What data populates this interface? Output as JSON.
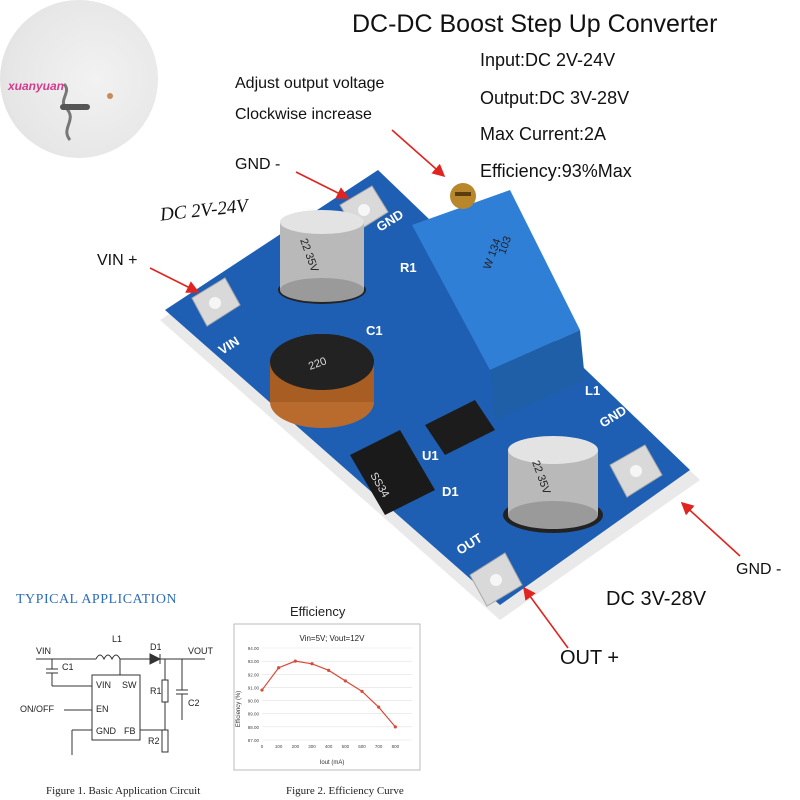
{
  "logo": {
    "text": "xuanyuan"
  },
  "title": "DC-DC Boost Step Up Converter",
  "specs": {
    "input": "Input:DC 2V-24V",
    "output": "Output:DC 3V-28V",
    "max_current": "Max Current:2A",
    "efficiency": "Efficiency:93%Max"
  },
  "annotations": {
    "adjust_line1": "Adjust output voltage",
    "adjust_line2": "Clockwise increase",
    "gnd_in": "GND -",
    "vin": "VIN +",
    "dc_in": "DC 2V-24V",
    "gnd_out": "GND -",
    "dc_out": "DC 3V-28V",
    "out": "OUT +"
  },
  "board_silkscreen": {
    "vin": "VIN",
    "gnd_top": "GND",
    "gnd_right": "GND",
    "out": "OUT",
    "c1": "C1",
    "d1": "D1",
    "u1": "U1",
    "l1": "L1",
    "r1": "R1",
    "cap_label": "22 35V",
    "inductor": "220",
    "diode": "SS34",
    "pot_code": "103",
    "pot_sub": "W 134"
  },
  "typical_application": {
    "title": "TYPICAL APPLICATION",
    "labels": {
      "vin": "VIN",
      "l1": "L1",
      "d1": "D1",
      "vout": "VOUT",
      "c1": "C1",
      "c2": "C2",
      "r1": "R1",
      "r2": "R2",
      "on_off": "ON/OFF",
      "pin_vin": "VIN",
      "pin_sw": "SW",
      "pin_en": "EN",
      "pin_gnd": "GND",
      "pin_fb": "FB"
    },
    "caption": "Figure 1. Basic Application Circuit"
  },
  "efficiency_chart": {
    "caption": "Figure 2. Efficiency Curve",
    "heading": "Efficiency",
    "chart_data": {
      "type": "line",
      "title": "Vin=5V; Vout=12V",
      "xlabel": "Iout (mA)",
      "ylabel": "Efficiency (%)",
      "x": [
        0,
        100,
        200,
        300,
        400,
        500,
        600,
        700,
        800
      ],
      "y": [
        90.8,
        92.5,
        93.0,
        92.8,
        92.3,
        91.5,
        90.7,
        89.5,
        88.0
      ],
      "xlim": [
        0,
        900
      ],
      "ylim": [
        87,
        94
      ],
      "x_ticks": [
        "0",
        "100",
        "200",
        "300",
        "400",
        "500",
        "600",
        "700",
        "800"
      ],
      "y_ticks": [
        "87.00",
        "88.00",
        "89.00",
        "90.00",
        "91.00",
        "92.00",
        "93.00",
        "94.00"
      ],
      "series_color": "#d94a3a",
      "grid": true
    }
  },
  "colors": {
    "arrow": "#e0241f",
    "board": "#1f5fb3",
    "pot": "#2f7fd6"
  }
}
